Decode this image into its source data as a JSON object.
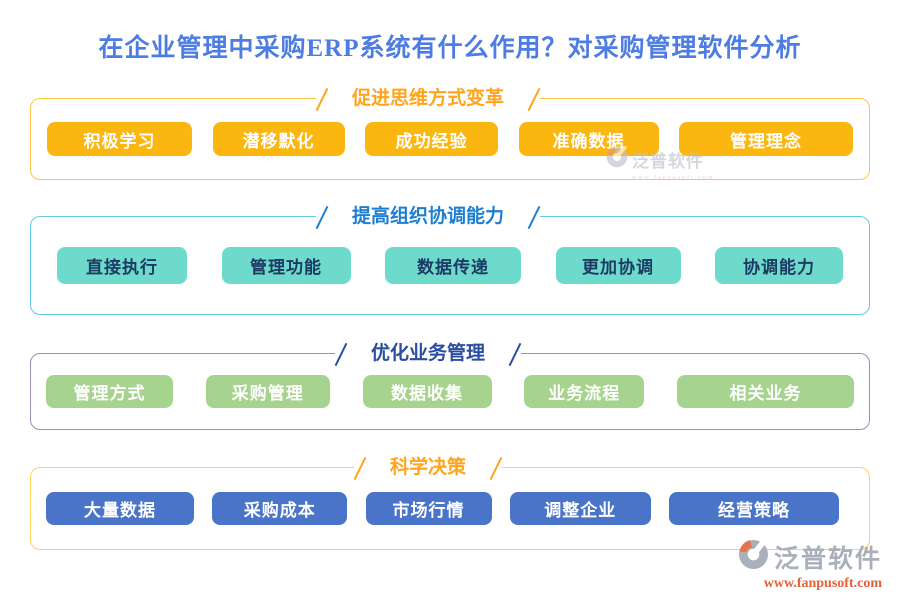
{
  "page": {
    "title": "在企业管理中采购ERP系统有什么作用？对采购管理软件分析"
  },
  "sections": [
    {
      "heading": "促进思维方式变革",
      "theme": "gold",
      "items": [
        "积极学习",
        "潜移默化",
        "成功经验",
        "准确数据",
        "管理理念"
      ]
    },
    {
      "heading": "提高组织协调能力",
      "theme": "teal",
      "items": [
        "直接执行",
        "管理功能",
        "数据传递",
        "更加协调",
        "协调能力"
      ]
    },
    {
      "heading": "优化业务管理",
      "theme": "green",
      "items": [
        "管理方式",
        "采购管理",
        "数据收集",
        "业务流程",
        "相关业务"
      ]
    },
    {
      "heading": "科学决策",
      "theme": "blue",
      "items": [
        "大量数据",
        "采购成本",
        "市场行情",
        "调整企业",
        "经营策略"
      ]
    }
  ],
  "watermark_center": {
    "brand": "泛普软件",
    "url": "www.fanpusoft.com"
  },
  "brand_footer": {
    "name": "泛普软件",
    "url": "www.fanpusoft.com"
  },
  "colors": {
    "title_blue": "#4d7ce2",
    "heading_orange": "#ffa41d",
    "heading_azure": "#1e7fd0",
    "heading_navy": "#2a4da0",
    "tag_gold": "#fcb610",
    "tag_teal": "#6edacb",
    "tag_teal_text": "#1d3a63",
    "tag_green": "#a6d38e",
    "tag_blue": "#4a74c8",
    "box1_border": "#fdc642",
    "box2_border": "#63c9dc",
    "box3_border": "#9393bb",
    "box4_border": "#fdd25a",
    "brand_gray": "#a9b0ba",
    "brand_red": "#e45f3a",
    "watermark_gray": "#b9c0c9"
  }
}
